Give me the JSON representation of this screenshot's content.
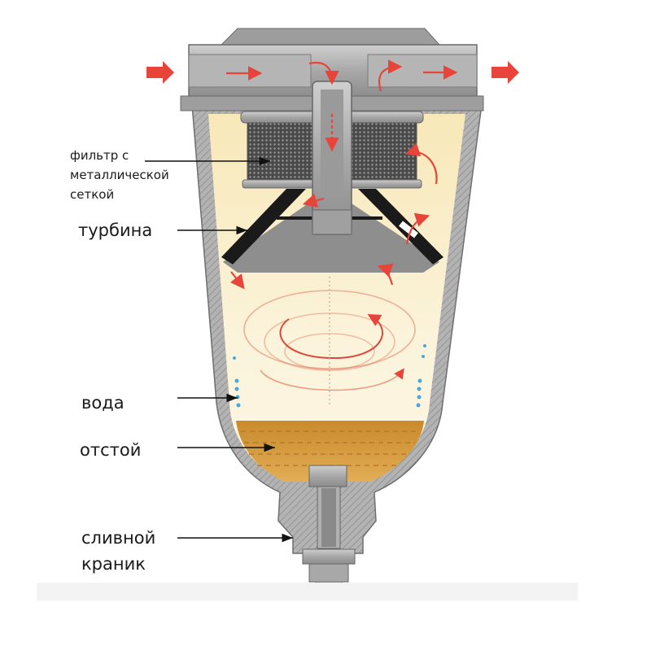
{
  "labels": {
    "filter_line1": "фильтр с",
    "filter_line2": "металлической",
    "filter_line3": "сеткой",
    "turbine": "турбина",
    "water": "вода",
    "sediment": "отстой",
    "drain_line1": "сливной",
    "drain_line2": "краник"
  },
  "colors": {
    "fuel": "#f7ecc6",
    "sediment": "#d79a3e",
    "housing": "#a9a9a9",
    "arrow": "#e8443a",
    "water_drops": "#4da6d9"
  }
}
